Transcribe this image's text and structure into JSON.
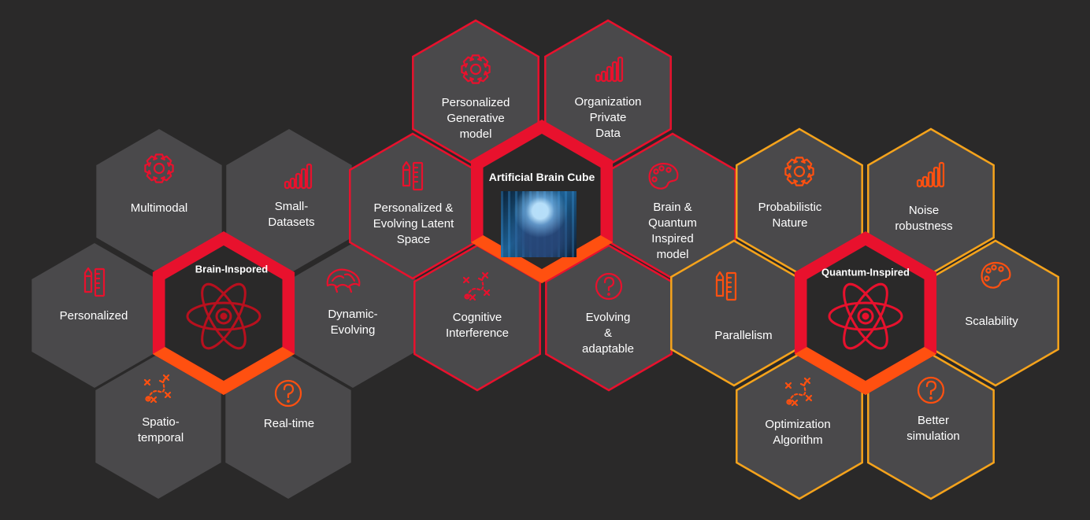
{
  "colors": {
    "background": "#2a2929",
    "hex_fill": "#4a494b",
    "center_fill": "#2a2929",
    "red": "#e8112d",
    "dark_red": "#b8101e",
    "orange": "#ff5010",
    "amber": "#f5a31c",
    "text": "#ffffff"
  },
  "clusters": {
    "brain": {
      "title": "Brain-Inspored",
      "petals": [
        {
          "label": "Multimodal",
          "icon": "gear-icon"
        },
        {
          "label": "Small-\nDatasets",
          "icon": "bar-chart-icon"
        },
        {
          "label": "Dynamic-\nEvolving",
          "icon": "brain-icon"
        },
        {
          "label": "Real-time",
          "icon": "question-icon"
        },
        {
          "label": "Spatio-\ntemporal",
          "icon": "strategy-icon"
        },
        {
          "label": "Personalized",
          "icon": "pencil-ruler-icon"
        }
      ]
    },
    "cube": {
      "title": "Artificial Brain Cube",
      "image": "brain-ai-image",
      "petals": [
        {
          "label": "Personalized\nGenerative\nmodel",
          "icon": "gear-icon"
        },
        {
          "label": "Organization\nPrivate\nData",
          "icon": "bar-chart-icon"
        },
        {
          "label": "Brain &\nQuantum\nInspired\nmodel",
          "icon": "palette-icon"
        },
        {
          "label": "Evolving\n&\nadaptable",
          "icon": "question-icon"
        },
        {
          "label": "Cognitive\nInterference",
          "icon": "strategy-icon"
        },
        {
          "label": "Personalized &\nEvolving Latent\nSpace",
          "icon": "pencil-ruler-icon"
        }
      ]
    },
    "quantum": {
      "title": "Quantum-Inspired",
      "petals": [
        {
          "label": "Probabilistic\nNature",
          "icon": "gear-icon"
        },
        {
          "label": "Noise\nrobustness",
          "icon": "bar-chart-icon"
        },
        {
          "label": "Scalability",
          "icon": "palette-icon"
        },
        {
          "label": "Better\nsimulation",
          "icon": "question-icon"
        },
        {
          "label": "Optimization\nAlgorithm",
          "icon": "strategy-icon"
        },
        {
          "label": "Parallelism",
          "icon": "pencil-ruler-icon"
        }
      ]
    }
  }
}
